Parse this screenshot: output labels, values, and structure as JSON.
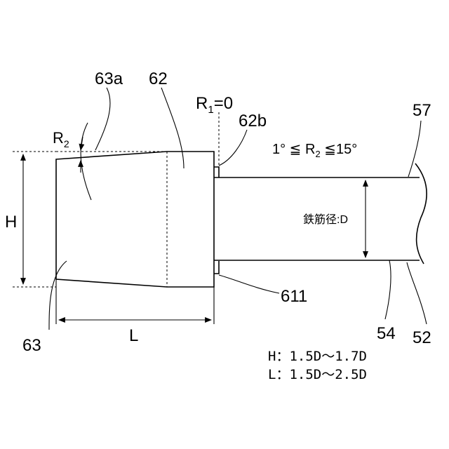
{
  "labels": {
    "ref_63a": "63a",
    "ref_62": "62",
    "ref_r1_prefix": "R",
    "ref_r1_sub": "1",
    "ref_r1_suffix": "=0",
    "ref_62b": "62b",
    "ref_57": "57",
    "ref_r2": "R",
    "ref_r2_sub": "2",
    "dim_h": "H",
    "dim_l": "L",
    "ref_63": "63",
    "ref_611": "611",
    "ref_54": "54",
    "ref_52": "52"
  },
  "formulas": {
    "r2_range_left": "1°  ≦ R",
    "r2_range_sub": "2",
    "r2_range_right": " ≦15°",
    "rebar_diameter": "鉄筋径:D",
    "h_range": "H：1.5D～1.7D",
    "l_range": "L：1.5D～2.5D"
  }
}
